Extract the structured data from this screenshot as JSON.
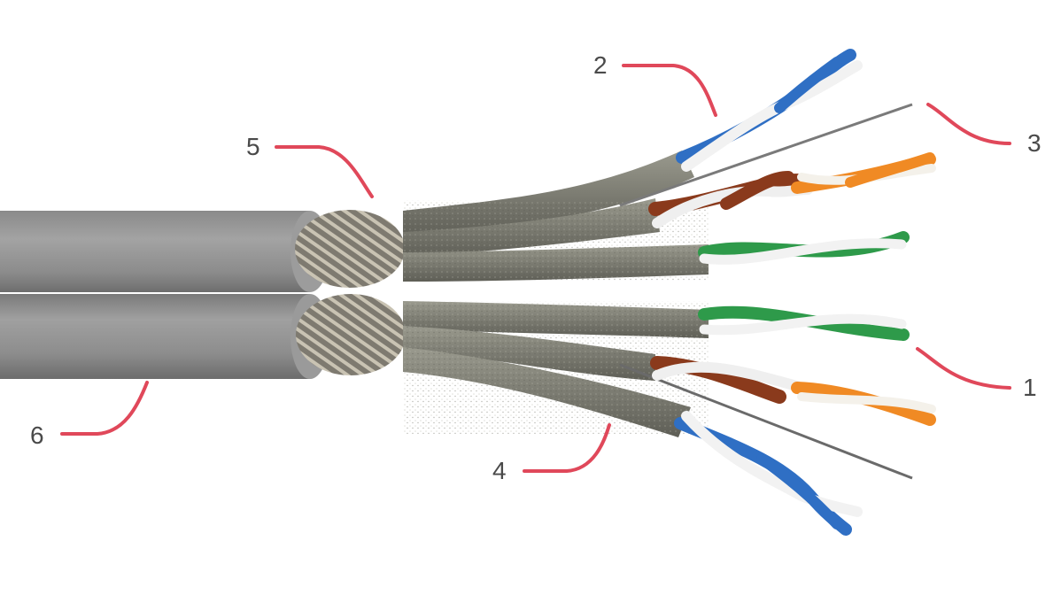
{
  "callouts": [
    {
      "id": "1",
      "text": "1"
    },
    {
      "id": "2",
      "text": "2"
    },
    {
      "id": "3",
      "text": "3"
    },
    {
      "id": "4",
      "text": "4"
    },
    {
      "id": "5",
      "text": "5"
    },
    {
      "id": "6",
      "text": "6"
    }
  ],
  "colors": {
    "jacket": "#8f8f8f",
    "foil": "#8a8a80",
    "leader": "#e0485a",
    "label": "#4a4a4a",
    "pair_blue": "#2f6fc4",
    "pair_brown": "#8a3a1c",
    "pair_orange": "#f08a24",
    "pair_green": "#2e9a4a"
  }
}
